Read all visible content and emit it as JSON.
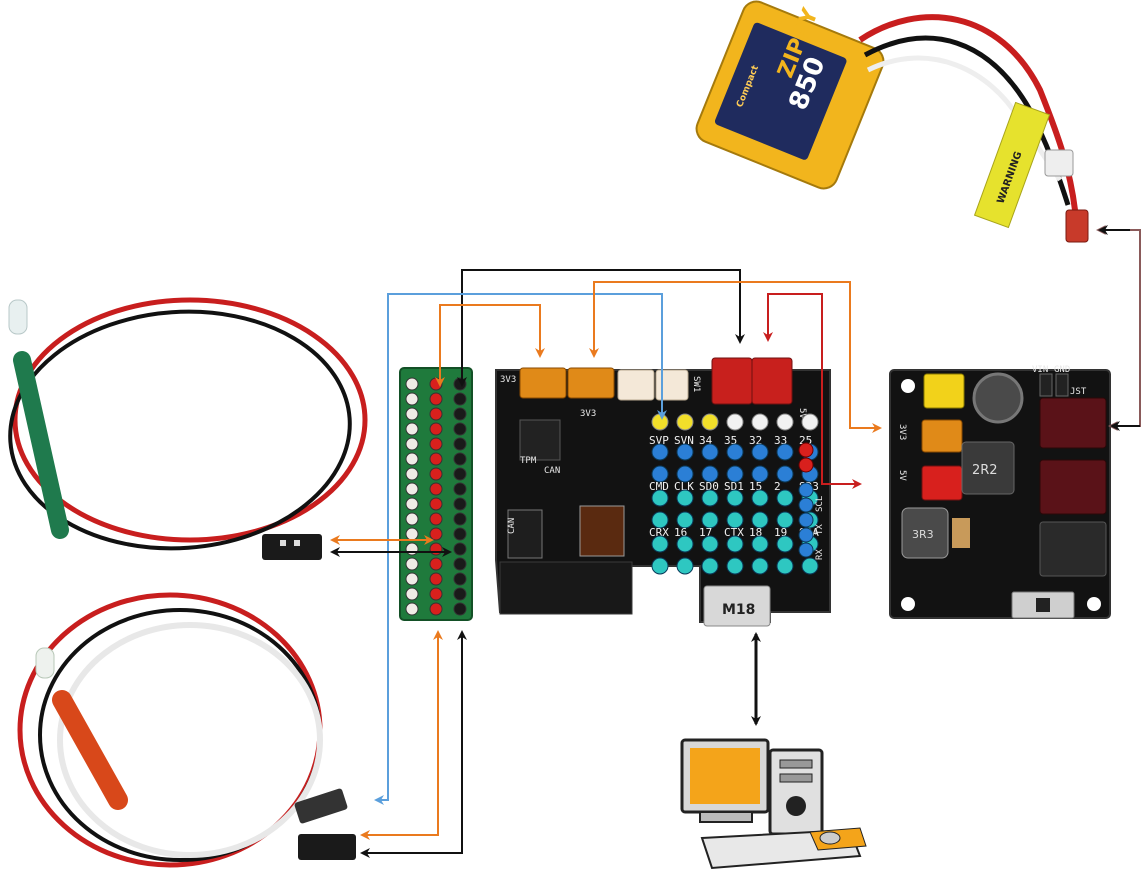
{
  "colors": {
    "black_wire": "#111111",
    "orange_wire": "#ea7a1e",
    "blue_wire": "#5b9fdc",
    "red_wire": "#c81e1e",
    "brown_wire": "#8a5a5a",
    "pcb": "#121212",
    "breakout_pcb": "#1f7a3c",
    "battery": "#f2b51d",
    "pin_blue": "#2b7fd6",
    "pin_teal": "#2ec7c1",
    "pin_yellow": "#f2df2a",
    "pin_red": "#d8201d"
  },
  "battery": {
    "brand": "ZIPPY",
    "capacity": "850",
    "series": "Compact",
    "warning_tag": "WARNING"
  },
  "main_board": {
    "header_row1": [
      "SVP",
      "SVN",
      "34",
      "35",
      "32",
      "33",
      "25"
    ],
    "header_row2": [
      "CMD",
      "CLK",
      "SD0",
      "SD1",
      "15",
      "2",
      "SD3"
    ],
    "header_row3": [
      "CRX",
      "16",
      "17",
      "CTX",
      "18",
      "19",
      "SDA"
    ],
    "side_labels": [
      "RX",
      "TX",
      "SCL"
    ],
    "silk_labels": [
      "3V3",
      "CAN",
      "TPM",
      "CAN",
      "3V3",
      "SW1",
      "5V"
    ],
    "usb_label": "M18"
  },
  "power_board": {
    "labels_top": [
      "VIN",
      "GND"
    ],
    "side_labels": [
      "3V3",
      "5V"
    ],
    "inductor_label": "2R2",
    "inductor2_label": "3R3",
    "jst_label": "JST"
  }
}
